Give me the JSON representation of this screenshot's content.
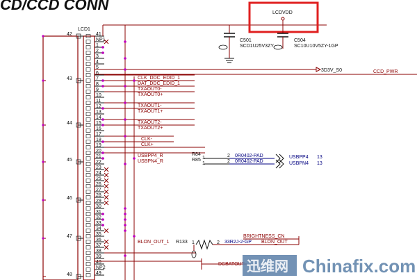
{
  "title": "CD/CCD CONN",
  "connector": {
    "name": "LCD1",
    "left_pins": [
      "42",
      "43",
      "44",
      "45",
      "46",
      "47",
      "48"
    ],
    "right_pins": [
      "41",
      "NP1",
      "1",
      "2",
      "3",
      "4",
      "5",
      "6",
      "7",
      "8",
      "9",
      "10",
      "11",
      "12",
      "13",
      "14",
      "15",
      "16",
      "17",
      "18",
      "19",
      "20",
      "21",
      "22",
      "23",
      "24",
      "25",
      "26",
      "27",
      "28",
      "29",
      "30",
      "31",
      "32",
      "33",
      "34",
      "35",
      "36",
      "37",
      "38",
      "39",
      "40",
      "NP2",
      "49"
    ]
  },
  "power": {
    "lcdvdd": "LCDVDD",
    "s0": "3D3V_S0",
    "ccd": "CCD_PWR"
  },
  "caps": [
    {
      "ref": "C501",
      "part": "SCD1U25V3ZY"
    },
    {
      "ref": "C504",
      "part": "SC10U10V5ZY-1GP"
    }
  ],
  "nets": {
    "ddc_clk": "CLK_DDC_EDID_1",
    "ddc_dat": "DAT_DDC_EDID_1",
    "tx0n": "TXAOUT0-",
    "tx0p": "TXAOUT0+",
    "tx1n": "TXAOUT1-",
    "tx1p": "TXAOUT1+",
    "tx2n": "TXAOUT2-",
    "tx2p": "TXAOUT2+",
    "clkn": "CLK-",
    "clkp": "CLK+",
    "usb4r": "USBPP4_R",
    "usbn4r": "USBPN4_R",
    "blon": "BLON_OUT_1",
    "bright": "BRIGHTNESS_CN",
    "blon_out": "BLON_OUT",
    "dcbat": "DCBATOUT"
  },
  "resistors": [
    {
      "ref": "R84",
      "p1": "1",
      "p2": "2",
      "value": "0R0402-PAD",
      "net": "USBPP4",
      "page": "13"
    },
    {
      "ref": "R85",
      "p1": "1",
      "p2": "2",
      "value": "0R0402-PAD",
      "net": "USBPN4",
      "page": "13"
    },
    {
      "ref": "R133",
      "p1": "1",
      "p2": "2",
      "value": "33R2J-2-GP"
    }
  ],
  "watermark": {
    "cn": "迅维网",
    "en": "Chinafix.com"
  },
  "accent_colors": {
    "wire": "#8b0000",
    "junction": "#c000c0",
    "highlight": "#e02020",
    "blue_text": "#000080"
  }
}
